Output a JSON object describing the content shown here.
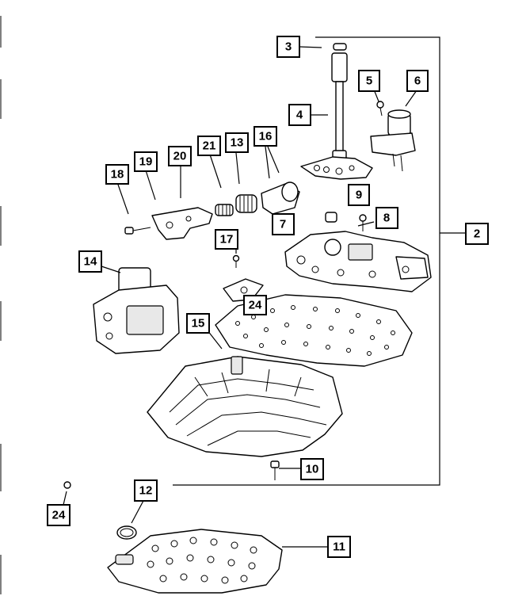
{
  "callouts": [
    {
      "id": "c3",
      "label": "3"
    },
    {
      "id": "c5",
      "label": "5"
    },
    {
      "id": "c6",
      "label": "6"
    },
    {
      "id": "c4",
      "label": "4"
    },
    {
      "id": "c21",
      "label": "21"
    },
    {
      "id": "c13",
      "label": "13"
    },
    {
      "id": "c16",
      "label": "16"
    },
    {
      "id": "c20",
      "label": "20"
    },
    {
      "id": "c19",
      "label": "19"
    },
    {
      "id": "c18",
      "label": "18"
    },
    {
      "id": "c9",
      "label": "9"
    },
    {
      "id": "c7",
      "label": "7"
    },
    {
      "id": "c8",
      "label": "8"
    },
    {
      "id": "c2",
      "label": "2"
    },
    {
      "id": "c17",
      "label": "17"
    },
    {
      "id": "c14",
      "label": "14"
    },
    {
      "id": "c24a",
      "label": "24"
    },
    {
      "id": "c15",
      "label": "15"
    },
    {
      "id": "c10",
      "label": "10"
    },
    {
      "id": "c12",
      "label": "12"
    },
    {
      "id": "c24b",
      "label": "24"
    },
    {
      "id": "c11",
      "label": "11"
    }
  ]
}
